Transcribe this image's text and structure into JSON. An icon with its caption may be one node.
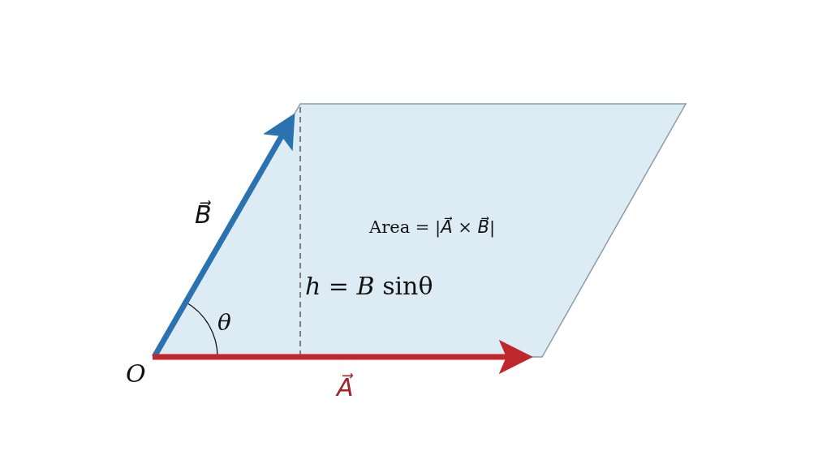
{
  "diagram": {
    "labels": [
      "*B⃗*",
      "Area = |*A⃗* × *B⃗*|",
      "*h* = *B* sinθ",
      "*θ*",
      "*O*",
      "*A⃗*"
    ]
  }
}
